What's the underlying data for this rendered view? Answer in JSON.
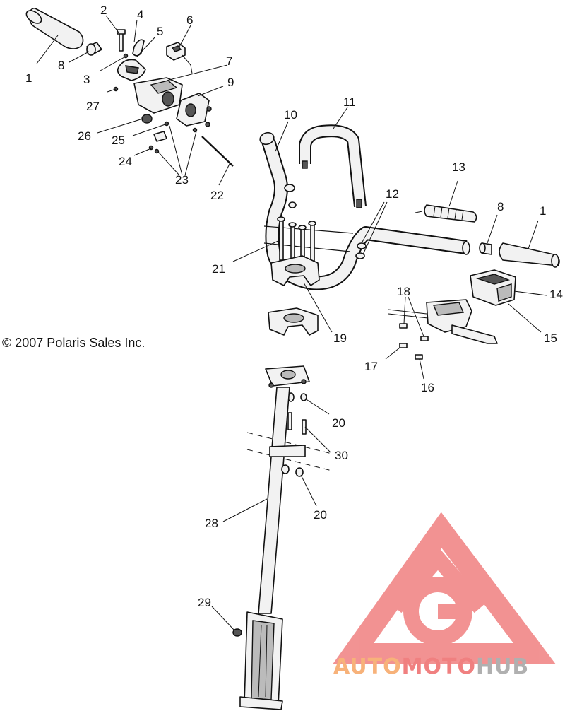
{
  "copyright": "© 2007 Polaris Sales Inc.",
  "watermark": {
    "part1": "AUTO",
    "part2": "MOTO",
    "part3": "HUB",
    "color_orange": "#f7b27a",
    "color_red": "#f08080",
    "color_gray": "#b0b0b0"
  },
  "callouts": [
    {
      "id": "c1a",
      "text": "1"
    },
    {
      "id": "c2",
      "text": "2"
    },
    {
      "id": "c3",
      "text": "3"
    },
    {
      "id": "c4",
      "text": "4"
    },
    {
      "id": "c5",
      "text": "5"
    },
    {
      "id": "c6",
      "text": "6"
    },
    {
      "id": "c7",
      "text": "7"
    },
    {
      "id": "c8a",
      "text": "8"
    },
    {
      "id": "c9",
      "text": "9"
    },
    {
      "id": "c10",
      "text": "10"
    },
    {
      "id": "c11",
      "text": "11"
    },
    {
      "id": "c12",
      "text": "12"
    },
    {
      "id": "c13",
      "text": "13"
    },
    {
      "id": "c8b",
      "text": "8"
    },
    {
      "id": "c1b",
      "text": "1"
    },
    {
      "id": "c14",
      "text": "14"
    },
    {
      "id": "c15",
      "text": "15"
    },
    {
      "id": "c16",
      "text": "16"
    },
    {
      "id": "c17",
      "text": "17"
    },
    {
      "id": "c18",
      "text": "18"
    },
    {
      "id": "c19",
      "text": "19"
    },
    {
      "id": "c20a",
      "text": "20"
    },
    {
      "id": "c20b",
      "text": "20"
    },
    {
      "id": "c21",
      "text": "21"
    },
    {
      "id": "c22",
      "text": "22"
    },
    {
      "id": "c23",
      "text": "23"
    },
    {
      "id": "c24",
      "text": "24"
    },
    {
      "id": "c25",
      "text": "25"
    },
    {
      "id": "c26",
      "text": "26"
    },
    {
      "id": "c27",
      "text": "27"
    },
    {
      "id": "c28",
      "text": "28"
    },
    {
      "id": "c29",
      "text": "29"
    },
    {
      "id": "c30",
      "text": "30"
    }
  ]
}
